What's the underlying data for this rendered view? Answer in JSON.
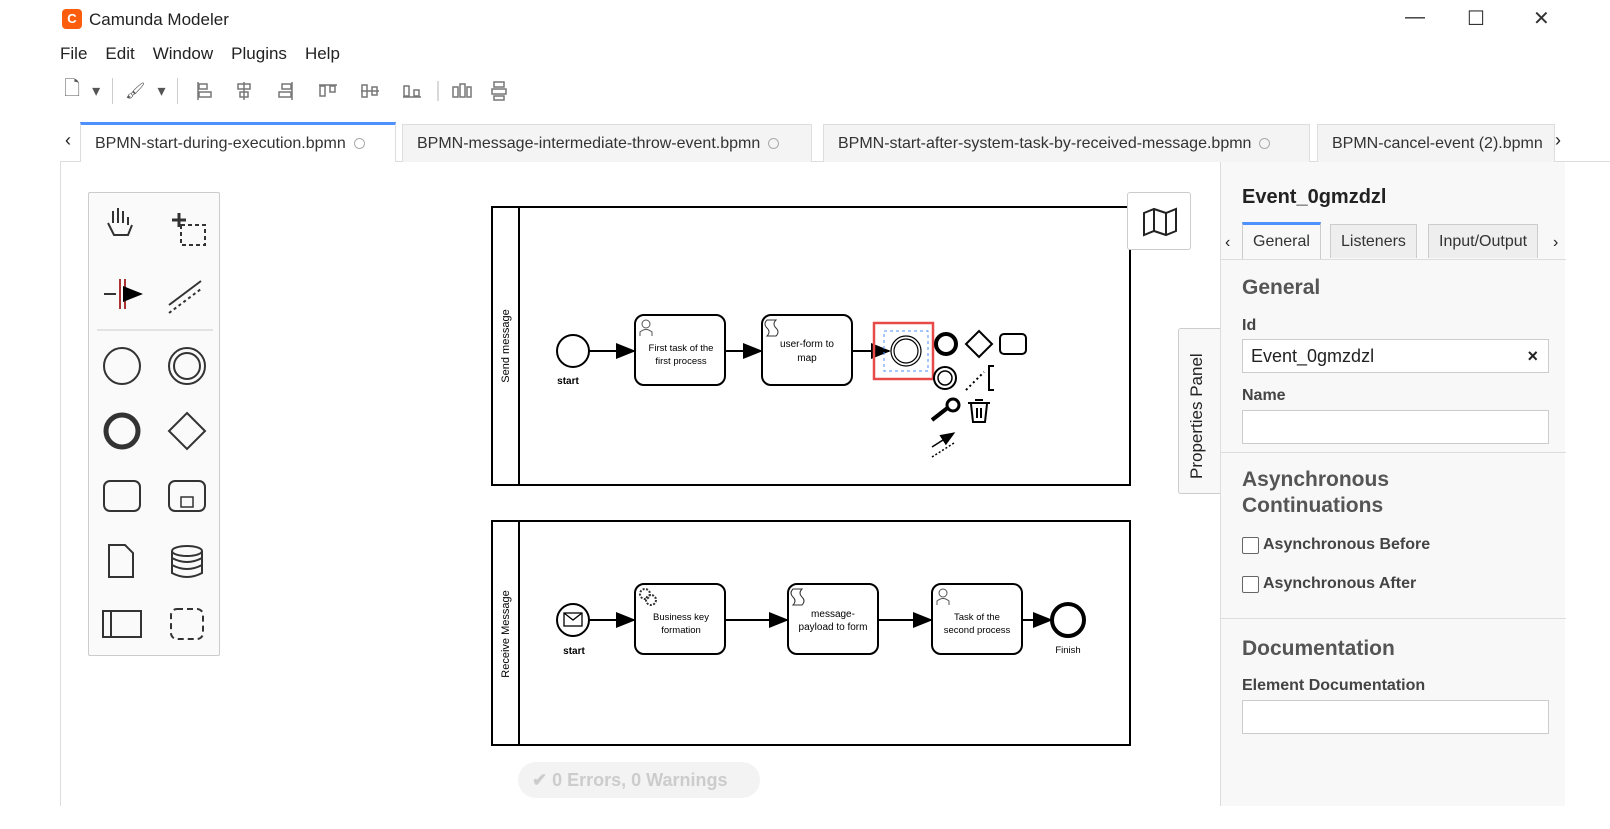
{
  "app": {
    "title": "Camunda Modeler",
    "logo": "C"
  },
  "window_controls": {
    "minimize": "—",
    "maximize": "☐",
    "close": "✕"
  },
  "menu": [
    "File",
    "Edit",
    "Window",
    "Plugins",
    "Help"
  ],
  "toolbar": {
    "new_file": "🗋",
    "dropdown": "▾",
    "paint": "🖌",
    "align_icons": [
      "align-left",
      "align-center",
      "align-right",
      "align-top",
      "align-middle",
      "align-bottom",
      "distribute-horizontal",
      "distribute-vertical"
    ]
  },
  "tabs": {
    "scroll_left": "‹",
    "scroll_right": "›",
    "items": [
      {
        "label": "BPMN-start-during-execution.bpmn",
        "active": true
      },
      {
        "label": "BPMN-message-intermediate-throw-event.bpmn"
      },
      {
        "label": "BPMN-start-after-system-task-by-received-message.bpmn"
      },
      {
        "label": "BPMN-cancel-event (2).bpmn"
      }
    ]
  },
  "diagram": {
    "pool1": {
      "name": "Send message",
      "start_label": "start",
      "task1": [
        "First task of the",
        "first process"
      ],
      "task2": [
        "user-form to",
        "map"
      ]
    },
    "pool2": {
      "name": "Receive Message",
      "start_label": "start",
      "task1": [
        "Business key",
        "formation"
      ],
      "task2": [
        "message-",
        "payload to form"
      ],
      "task3": [
        "Task of the",
        "second process"
      ],
      "end_label": "Finish"
    }
  },
  "properties_panel": {
    "toggle_label": "Properties Panel",
    "element_id": "Event_0gmzdzl",
    "tabs": [
      "General",
      "Listeners",
      "Input/Output"
    ],
    "tab_scroll_left": "‹",
    "tab_scroll_right": "›",
    "general_heading": "General",
    "id_label": "Id",
    "id_value": "Event_0gmzdzl",
    "clear": "×",
    "name_label": "Name",
    "name_value": "",
    "async_heading_1": "Asynchronous",
    "async_heading_2": "Continuations",
    "async_before": "Asynchronous Before",
    "async_after": "Asynchronous After",
    "documentation_heading": "Documentation",
    "element_doc_label": "Element Documentation"
  },
  "status": {
    "check": "✔",
    "text": "0 Errors, 0 Warnings"
  },
  "colors": {
    "accent": "#4d90fe",
    "selection": "#e84a4a",
    "logo": "#fc5d0d"
  }
}
